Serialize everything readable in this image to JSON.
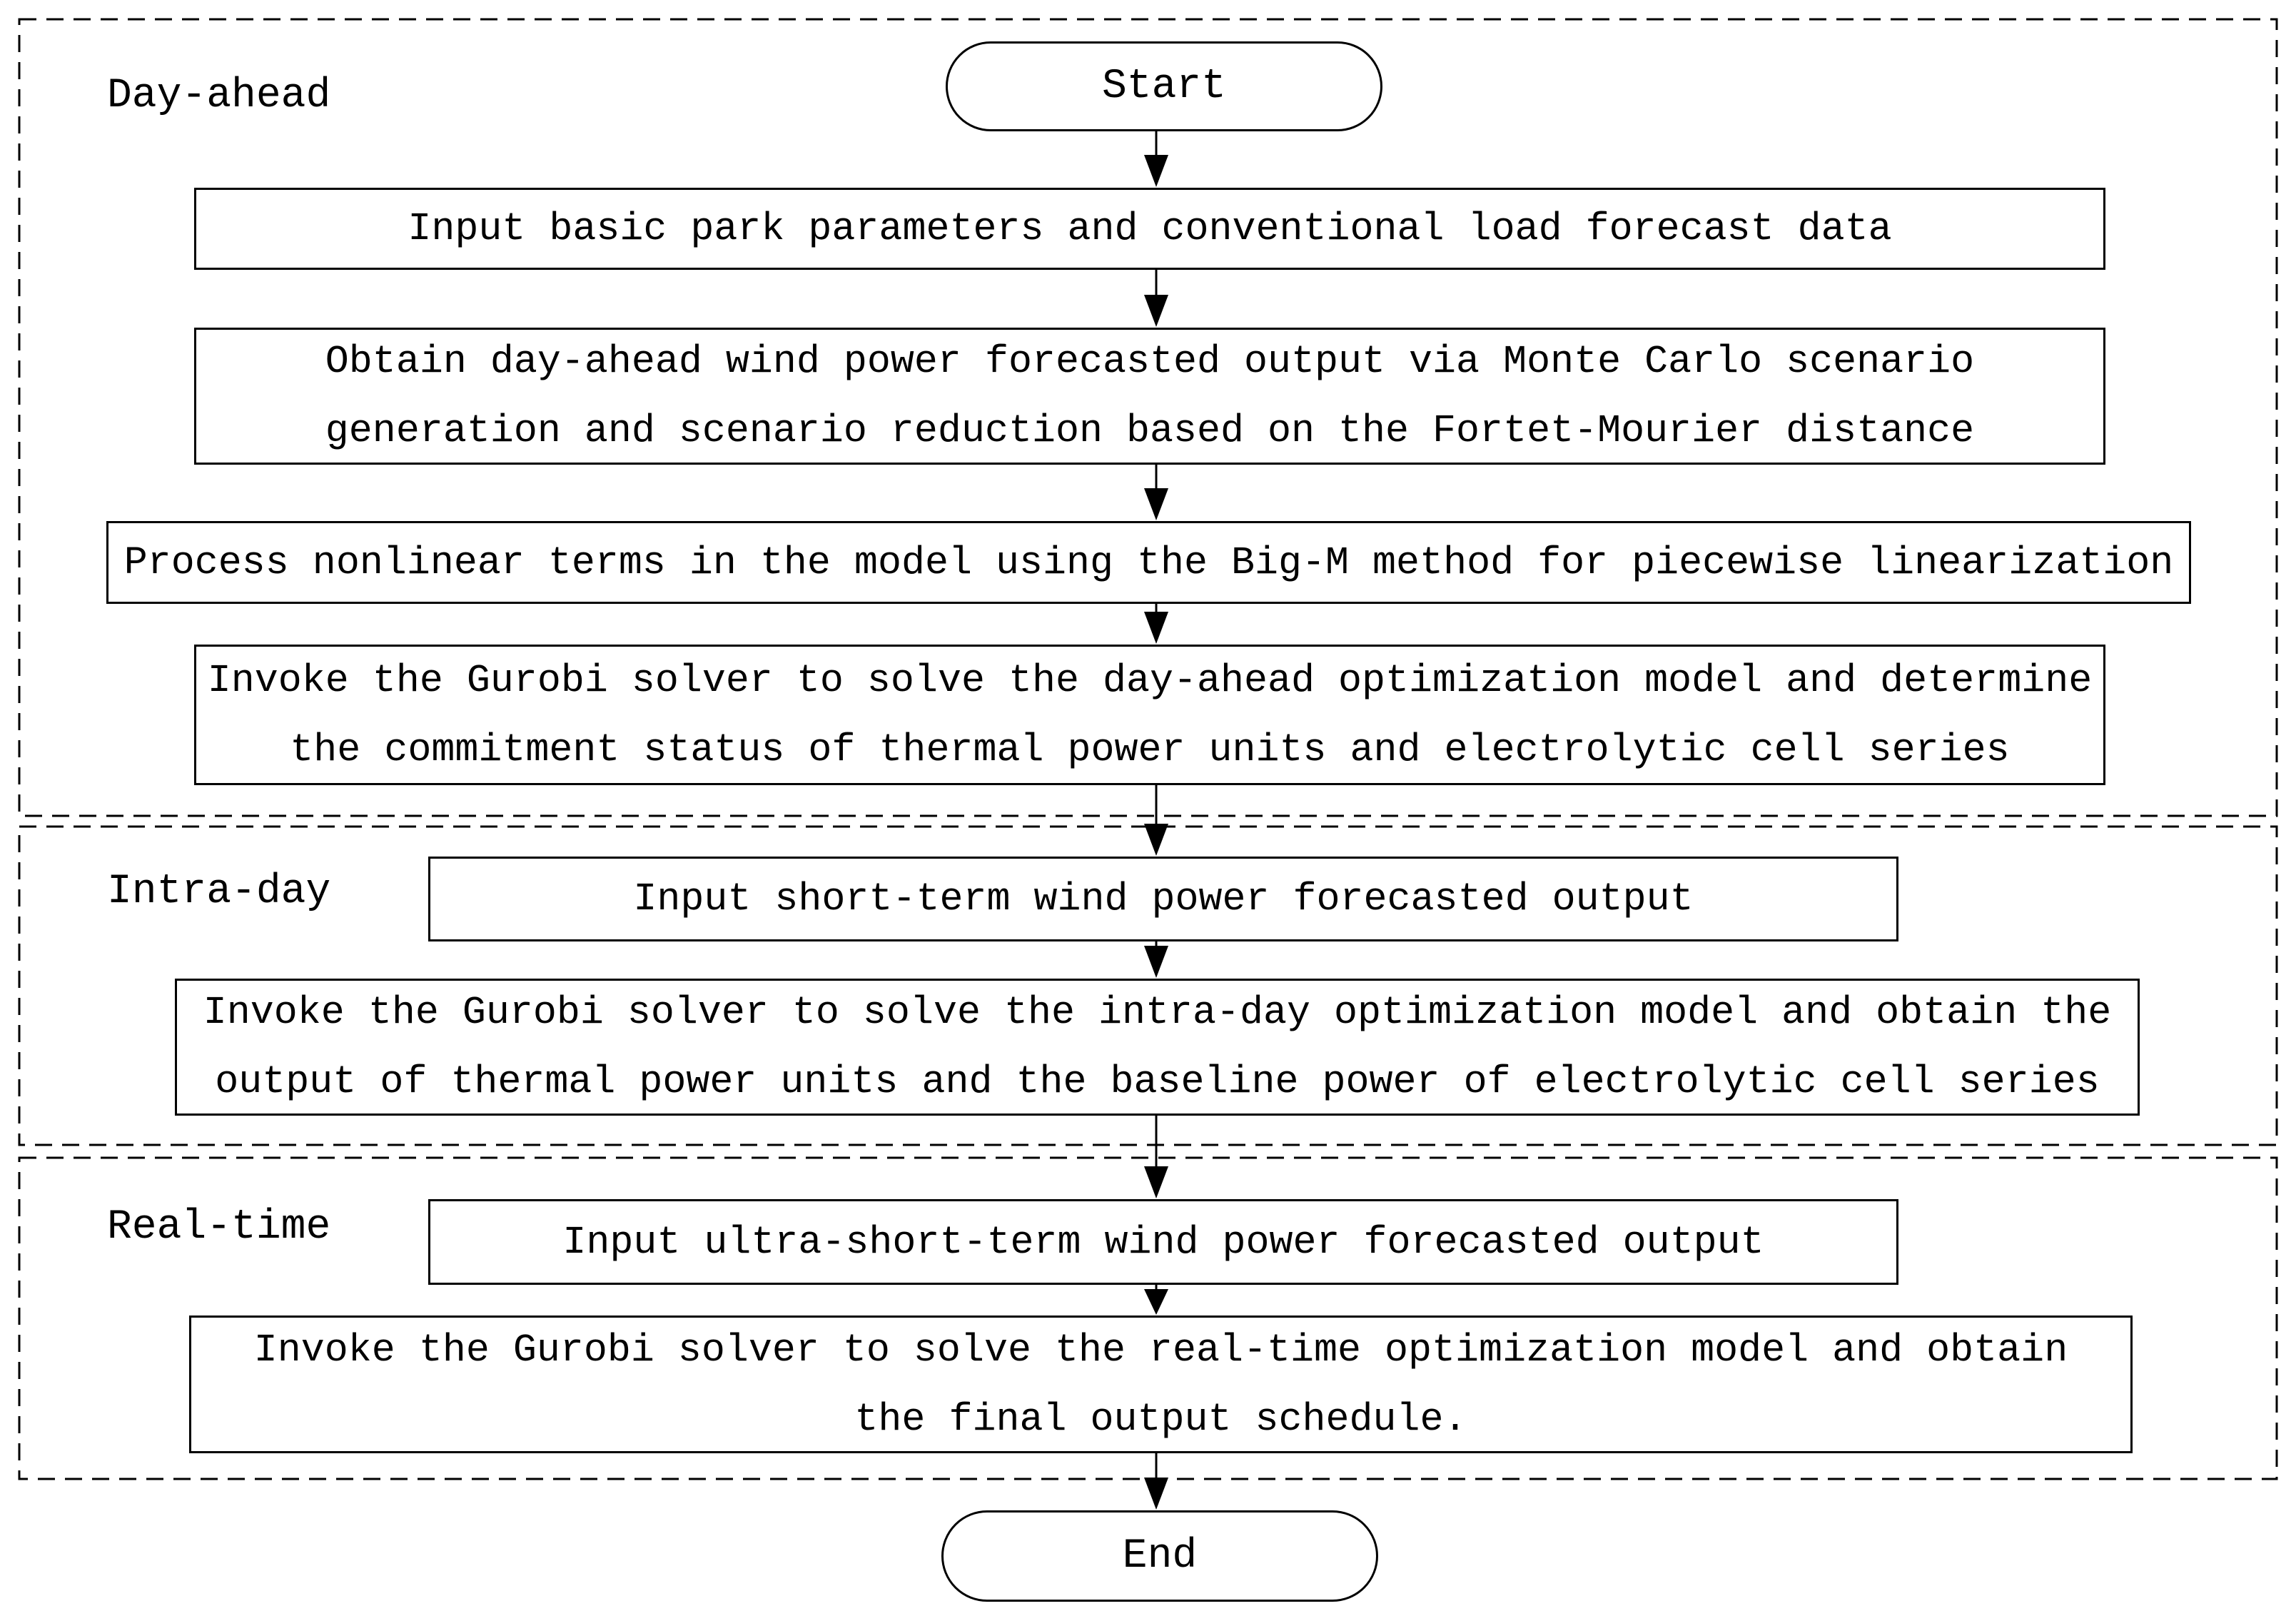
{
  "colors": {
    "background": "#ffffff",
    "stroke": "#000000",
    "text": "#000000"
  },
  "sections": [
    {
      "label": "Day-ahead"
    },
    {
      "label": "Intra-day"
    },
    {
      "label": "Real-time"
    }
  ],
  "nodes": {
    "start": {
      "type": "terminal",
      "label": "Start"
    },
    "step1": {
      "type": "process",
      "label": "Input basic park parameters and conventional load forecast data"
    },
    "step2": {
      "type": "process",
      "label": "Obtain day-ahead wind power forecasted output via Monte Carlo scenario\ngeneration and scenario reduction based on the Fortet-Mourier distance"
    },
    "step3": {
      "type": "process",
      "label": "Process nonlinear terms in the model using the Big-M method for piecewise linearization"
    },
    "step4": {
      "type": "process",
      "label": "Invoke the Gurobi solver to solve the day-ahead optimization model and determine\nthe commitment status of thermal power units and electrolytic cell series"
    },
    "step5": {
      "type": "process",
      "label": "Input short-term wind power forecasted output"
    },
    "step6": {
      "type": "process",
      "label": "Invoke the Gurobi solver to solve the intra-day optimization model and obtain the\noutput of thermal power units and the baseline power of electrolytic cell series"
    },
    "step7": {
      "type": "process",
      "label": "Input ultra-short-term wind power forecasted output"
    },
    "step8": {
      "type": "process",
      "label": "Invoke the Gurobi solver to solve the real-time optimization model and obtain\nthe final output schedule."
    },
    "end": {
      "type": "terminal",
      "label": "End"
    }
  }
}
